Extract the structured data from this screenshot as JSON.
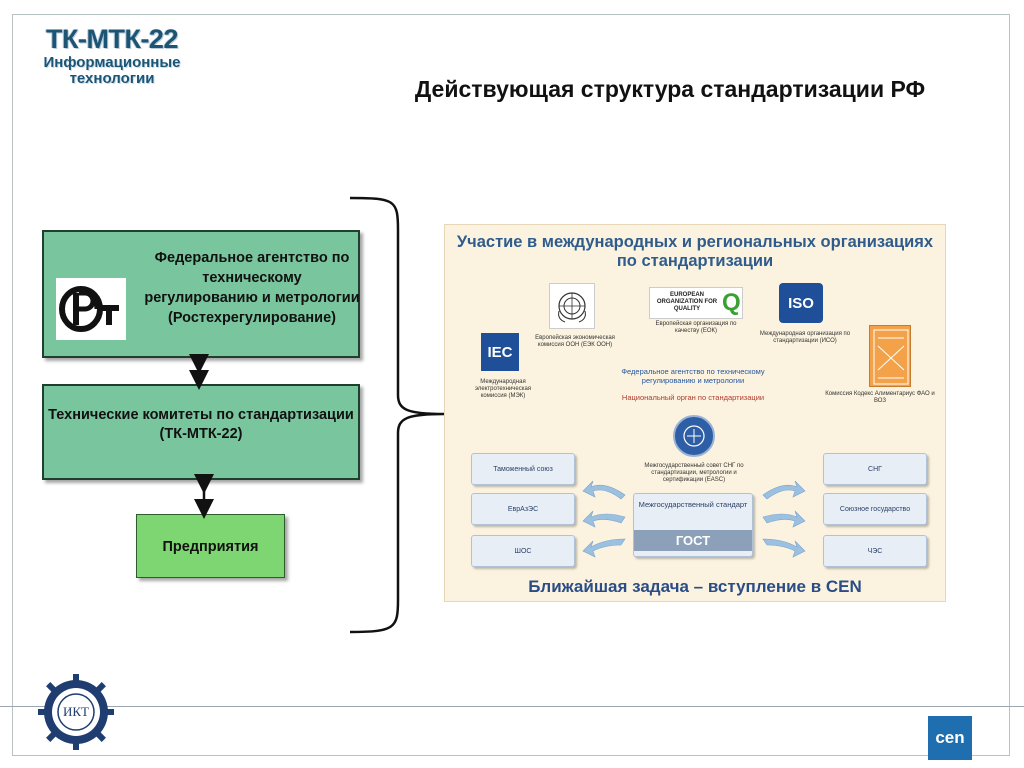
{
  "header": {
    "logo_line1": "ТК-МТК-22",
    "logo_line2": "Информационные",
    "logo_line3": "технологии",
    "title": "Действующая структура стандартизации РФ"
  },
  "left_diagram": {
    "agency": "Федеральное агентство по техническому регулированию и метрологии (Ростехрегулирование)",
    "tech_committees": "Технические комитеты по стандартизации (ТК-МТК-22)",
    "enterprises": "Предприятия",
    "gost_logo": "РСТ"
  },
  "panel": {
    "title": "Участие в международных и региональных организациях по стандартизации",
    "iec_label": "IEC",
    "iec_caption": "Международная электротехническая комиссия (МЭК)",
    "un_caption": "Европейская экономическая комиссия ООН (ЕЭК ООН)",
    "eoq_logo": "EUROPEAN ORGANIZATION FOR QUALITY",
    "eoq_caption": "Европейская организация по качеству (ЕОК)",
    "iso_label": "ISO",
    "iso_caption": "Международная организация по стандартизации (ИСО)",
    "codex_caption": "Комиссия Кодекс Алиментариус ФАО и ВОЗ",
    "federal_agency": "Федеральное агентство по техническому регулированию и метрологии",
    "national_body": "Национальный орган по стандартизации",
    "easc_caption": "Межгосударственный совет СНГ по стандартизации, метрологии и сертификации (EASC)",
    "left_orgs": [
      "Таможенный союз",
      "ЕврАзЭС",
      "ШОС"
    ],
    "right_orgs": [
      "СНГ",
      "Союзное государство",
      "ЧЭС"
    ],
    "gost_top": "Межгосударственный стандарт",
    "gost_label": "ГОСТ",
    "bottom_note": "Ближайшая задача – вступление в CEN"
  },
  "footer": {
    "ikt_label": "ИКТ",
    "cen_label": "cen"
  },
  "colors": {
    "box_green": "#79c59e",
    "enterprise_green": "#7dd672",
    "title_blue": "#2f5c8d",
    "logo_blue": "#1c5474"
  }
}
